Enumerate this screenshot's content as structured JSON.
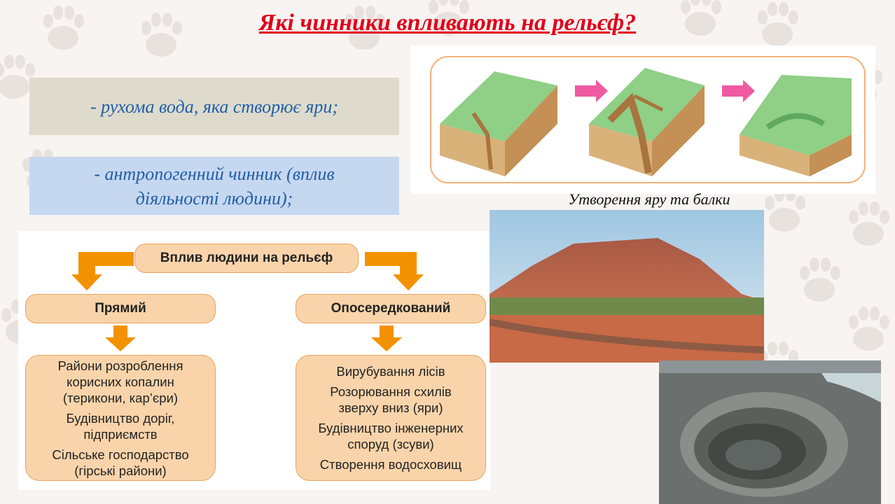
{
  "title": "Які чинники впливають на рельєф?",
  "factors": [
    "- рухома вода, яка створює яри;",
    "- антропогенний чинник (вплив\nдіяльності людини);"
  ],
  "figure_caption": "Утворення яру та балки",
  "diagram": {
    "root": "Вплив людини на рельєф",
    "branches": [
      {
        "label": "Прямий",
        "items": [
          "Райони розроблення\nкорисних копалин\n(терикони, кар’єри)",
          "Будівництво доріг,\nпідприємств",
          "Сільське господарство\n(гірські райони)"
        ]
      },
      {
        "label": "Опосередкований",
        "items": [
          "Вирубування лісів",
          "Розорювання схилів\nзверху вниз (яри)",
          "Будівництво інженерних\nспоруд (зсуви)",
          "Створення водосховищ"
        ]
      }
    ]
  },
  "colors": {
    "title": "#e0001a",
    "factor_text": "#1f5fa8",
    "arrow": "#f39200",
    "box_fill": "#f9d4aa",
    "stage_arrow": "#ef5aa0"
  }
}
